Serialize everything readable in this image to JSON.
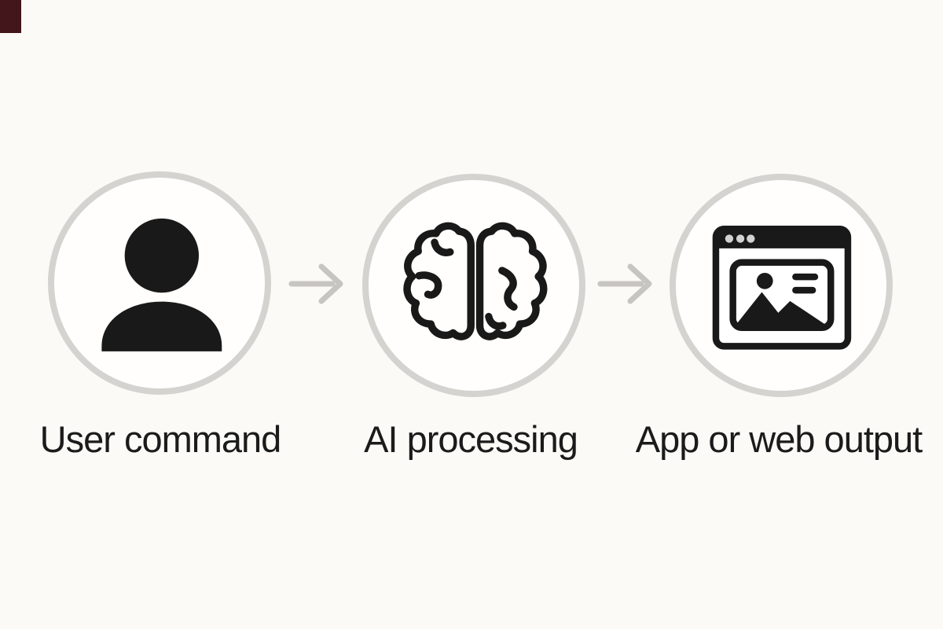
{
  "diagram": {
    "title": "",
    "background_color": "#fbfaf6",
    "circle_ring_color": "#d5d3d0",
    "circle_fill_color": "#fffefc",
    "icon_color": "#191919",
    "arrow_color": "#c7c5c2",
    "label_text_color": "#1b1b1b",
    "corner_artifact_color": "#42161a",
    "steps": [
      {
        "label": "User command",
        "icon": "user-icon"
      },
      {
        "label": "AI processing",
        "icon": "brain-icon"
      },
      {
        "label": "App or web output",
        "icon": "browser-window-icon"
      }
    ],
    "connectors": [
      {
        "icon": "arrow-right-icon"
      },
      {
        "icon": "arrow-right-icon"
      }
    ]
  }
}
